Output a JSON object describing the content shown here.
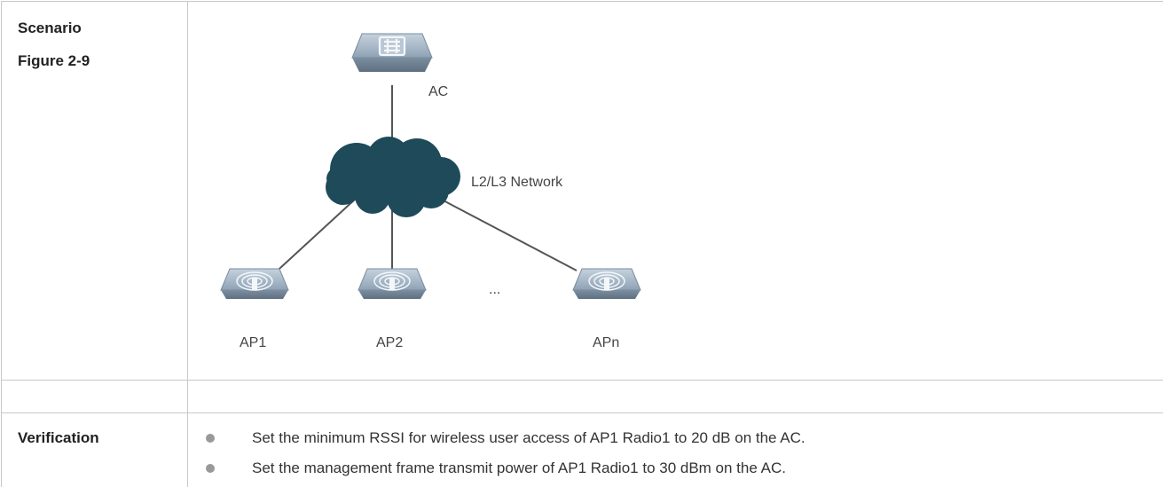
{
  "table": {
    "scenario_label": "Scenario",
    "figure_label": "Figure 2-9",
    "verification_label": "Verification"
  },
  "diagram": {
    "ac_label": "AC",
    "network_label": "L2/L3 Network",
    "ap1_label": "AP1",
    "ap2_label": "AP2",
    "ellipsis": "...",
    "apn_label": "APn",
    "icons": [
      "ac-switch-icon",
      "cloud-network-icon",
      "access-point-icon"
    ],
    "colors": {
      "cloud": "#1e4a5a",
      "device": "#9fb2c3",
      "line": "#555555"
    }
  },
  "verification": {
    "items": [
      "Set the minimum RSSI for wireless user access of AP1 Radio1 to 20 dB on the AC.",
      "Set the management frame transmit power of AP1 Radio1 to 30 dBm on the AC."
    ]
  }
}
